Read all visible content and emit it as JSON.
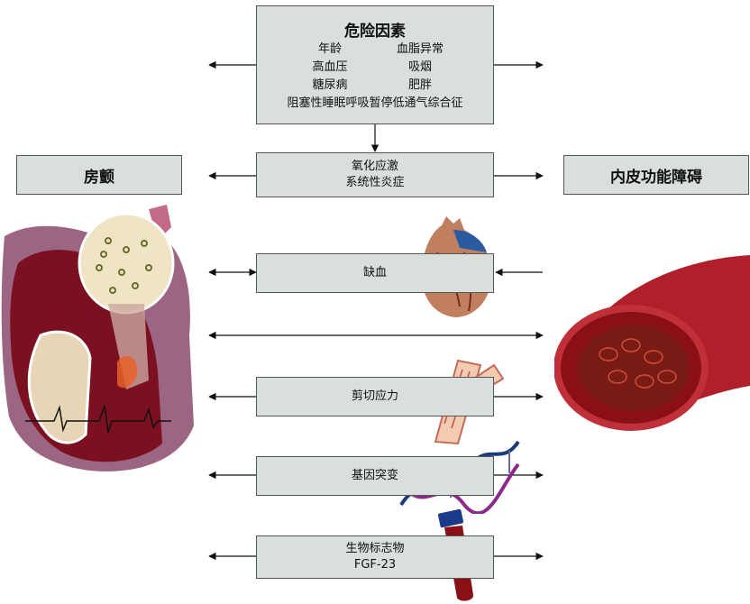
{
  "risk_factors": {
    "title": "危险因素",
    "items": [
      "年龄",
      "血脂异常",
      "高血压",
      "吸烟",
      "糖尿病",
      "肥胖"
    ],
    "osa": "阻塞性睡眠呼吸暂停低通气综合征"
  },
  "stress": {
    "line1": "氧化应激",
    "line2": "系统性炎症"
  },
  "left_outcome": "房颤",
  "right_outcome": "内皮功能障碍",
  "mechanisms": {
    "ischemia": "缺血",
    "shear_stress": "剪切应力",
    "gene_mutation": "基因突变",
    "biomarker_line1": "生物标志物",
    "biomarker_line2": "FGF-23"
  },
  "colors": {
    "box_fill": "#d9dfdc",
    "box_border": "#555555",
    "heart_dark": "#7a1020",
    "vessel_red": "#b0202a"
  }
}
